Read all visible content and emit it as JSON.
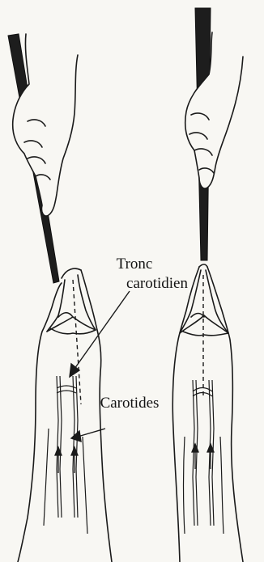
{
  "labels": {
    "tronc_line1": "Tronc",
    "tronc_line2": "carotidien",
    "carotides": "Carotides"
  }
}
